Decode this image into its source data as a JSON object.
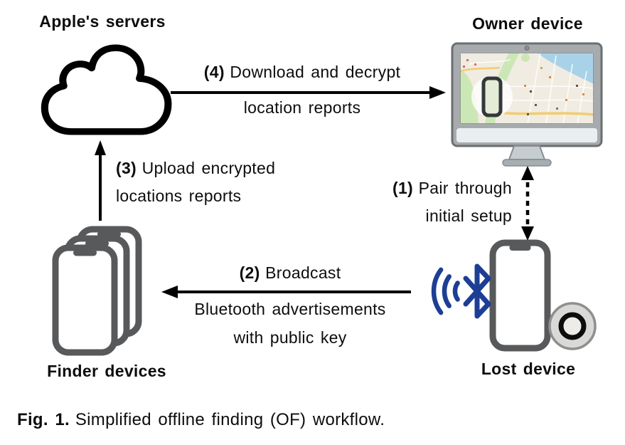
{
  "figure": {
    "nodes": {
      "apple_servers": {
        "label": "Apple's servers",
        "icon": "cloud-icon"
      },
      "owner_device": {
        "label": "Owner device",
        "icon": "desktop-map-icon"
      },
      "finder_devices": {
        "label": "Finder devices",
        "icon": "phone-stack-icon"
      },
      "lost_device": {
        "label": "Lost device",
        "icon": "phone-bluetooth-airtag-icon"
      }
    },
    "steps": [
      {
        "num": "(1)",
        "line1": "Pair through",
        "line2": "initial setup",
        "arrow": "dashed-vertical-double",
        "from": "owner_device",
        "to": "lost_device"
      },
      {
        "num": "(2)",
        "line1": "Broadcast",
        "line2": "Bluetooth advertisements",
        "line3": "with public key",
        "arrow": "solid-left",
        "from": "lost_device",
        "to": "finder_devices"
      },
      {
        "num": "(3)",
        "line1": "Upload encrypted",
        "line2": "locations reports",
        "arrow": "solid-up",
        "from": "finder_devices",
        "to": "apple_servers"
      },
      {
        "num": "(4)",
        "line1": "Download and decrypt",
        "line2": "location reports",
        "arrow": "solid-right",
        "from": "apple_servers",
        "to": "owner_device"
      }
    ],
    "caption": {
      "prefix": "Fig. 1.",
      "text": "Simplified offline finding (OF) workflow."
    },
    "colors": {
      "text": "#0d0d0d",
      "outline_black": "#000000",
      "phone_gray": "#58595b",
      "bluetooth_blue": "#1c3e94",
      "monitor_frame": "#a7abad",
      "monitor_chin": "#e9eef0",
      "map_bg": "#f0ece2",
      "map_green": "#cbe7b6",
      "map_water": "#a8d2e8",
      "map_road_yellow": "#f2cc6f",
      "airtag_gray": "#d9d9d7"
    }
  }
}
